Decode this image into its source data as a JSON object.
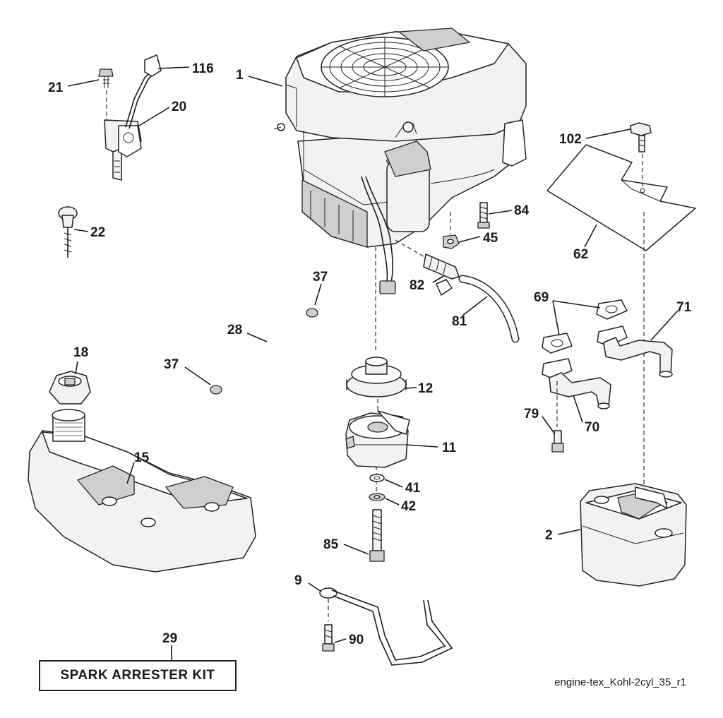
{
  "diagram": {
    "callouts": [
      {
        "id": "1",
        "text": "1"
      },
      {
        "id": "2",
        "text": "2"
      },
      {
        "id": "9",
        "text": "9"
      },
      {
        "id": "11",
        "text": "11"
      },
      {
        "id": "12",
        "text": "12"
      },
      {
        "id": "15",
        "text": "15"
      },
      {
        "id": "18",
        "text": "18"
      },
      {
        "id": "20",
        "text": "20"
      },
      {
        "id": "21",
        "text": "21"
      },
      {
        "id": "22",
        "text": "22"
      },
      {
        "id": "28",
        "text": "28"
      },
      {
        "id": "29",
        "text": "29"
      },
      {
        "id": "37a",
        "text": "37"
      },
      {
        "id": "37b",
        "text": "37"
      },
      {
        "id": "41",
        "text": "41"
      },
      {
        "id": "42",
        "text": "42"
      },
      {
        "id": "45",
        "text": "45"
      },
      {
        "id": "62",
        "text": "62"
      },
      {
        "id": "69",
        "text": "69"
      },
      {
        "id": "70",
        "text": "70"
      },
      {
        "id": "71",
        "text": "71"
      },
      {
        "id": "79",
        "text": "79"
      },
      {
        "id": "81",
        "text": "81"
      },
      {
        "id": "82",
        "text": "82"
      },
      {
        "id": "84",
        "text": "84"
      },
      {
        "id": "85",
        "text": "85"
      },
      {
        "id": "90",
        "text": "90"
      },
      {
        "id": "102",
        "text": "102"
      },
      {
        "id": "116",
        "text": "116"
      }
    ],
    "kit_label": "SPARK ARRESTER KIT",
    "reference": "engine-tex_Kohl-2cyl_35_r1"
  }
}
